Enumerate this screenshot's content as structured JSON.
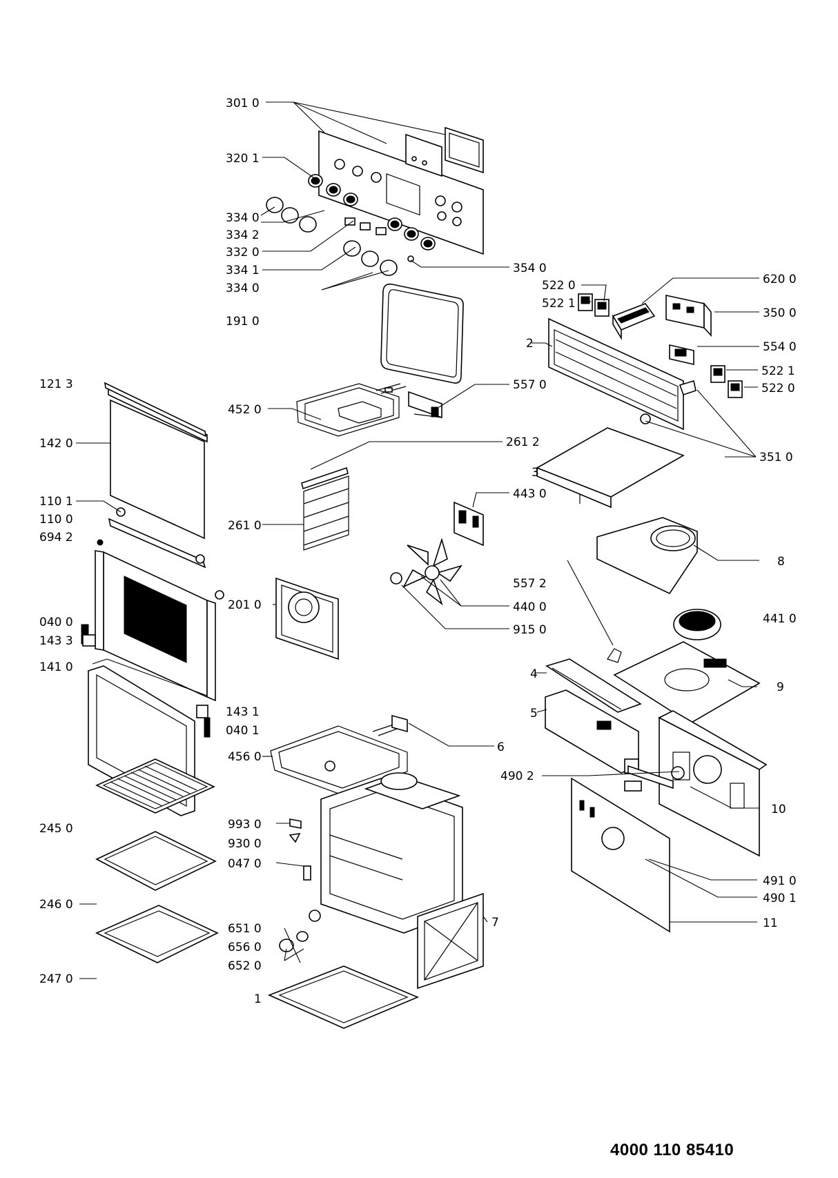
{
  "document": {
    "number": "4000 110 85410"
  },
  "labels": [
    {
      "id": "l3010",
      "text": "301 0"
    },
    {
      "id": "l3201",
      "text": "320 1"
    },
    {
      "id": "l3340a",
      "text": "334 0"
    },
    {
      "id": "l3342",
      "text": "334 2"
    },
    {
      "id": "l3320",
      "text": "332 0"
    },
    {
      "id": "l3341",
      "text": "334 1"
    },
    {
      "id": "l3340b",
      "text": "334 0"
    },
    {
      "id": "l1910",
      "text": "191 0"
    },
    {
      "id": "l3540",
      "text": "354 0"
    },
    {
      "id": "l6200",
      "text": "620 0"
    },
    {
      "id": "l5220a",
      "text": "522 0"
    },
    {
      "id": "l5221a",
      "text": "522 1"
    },
    {
      "id": "l3500",
      "text": "350 0"
    },
    {
      "id": "l2",
      "text": "2"
    },
    {
      "id": "l5540",
      "text": "554 0"
    },
    {
      "id": "l5221b",
      "text": "522 1"
    },
    {
      "id": "l5220b",
      "text": "522 0"
    },
    {
      "id": "l1213",
      "text": "121 3"
    },
    {
      "id": "l4520",
      "text": "452 0"
    },
    {
      "id": "l5570",
      "text": "557 0"
    },
    {
      "id": "l1420",
      "text": "142 0"
    },
    {
      "id": "l2612",
      "text": "261 2"
    },
    {
      "id": "l3510",
      "text": "351 0"
    },
    {
      "id": "l3",
      "text": "3"
    },
    {
      "id": "l1101",
      "text": "110 1"
    },
    {
      "id": "l4430",
      "text": "443 0"
    },
    {
      "id": "l1100",
      "text": "110 0"
    },
    {
      "id": "l2610",
      "text": "261 0"
    },
    {
      "id": "l6942",
      "text": "694 2"
    },
    {
      "id": "l8",
      "text": "8"
    },
    {
      "id": "l5572",
      "text": "557 2"
    },
    {
      "id": "l2010",
      "text": "201 0"
    },
    {
      "id": "l4400",
      "text": "440 0"
    },
    {
      "id": "l4410",
      "text": "441 0"
    },
    {
      "id": "l0400",
      "text": "040 0"
    },
    {
      "id": "l9150",
      "text": "915 0"
    },
    {
      "id": "l1433",
      "text": "143 3"
    },
    {
      "id": "l1410",
      "text": "141 0"
    },
    {
      "id": "l4",
      "text": "4"
    },
    {
      "id": "l9",
      "text": "9"
    },
    {
      "id": "l1431",
      "text": "143 1"
    },
    {
      "id": "l5",
      "text": "5"
    },
    {
      "id": "l0401",
      "text": "040 1"
    },
    {
      "id": "l6",
      "text": "6"
    },
    {
      "id": "l4560",
      "text": "456 0"
    },
    {
      "id": "l4902",
      "text": "490 2"
    },
    {
      "id": "l10",
      "text": "10"
    },
    {
      "id": "l2450",
      "text": "245 0"
    },
    {
      "id": "l9930",
      "text": "993 0"
    },
    {
      "id": "l9300",
      "text": "930 0"
    },
    {
      "id": "l0470",
      "text": "047 0"
    },
    {
      "id": "l4910",
      "text": "491 0"
    },
    {
      "id": "l4901",
      "text": "490 1"
    },
    {
      "id": "l2460",
      "text": "246 0"
    },
    {
      "id": "l7",
      "text": "7"
    },
    {
      "id": "l6510",
      "text": "651 0"
    },
    {
      "id": "l11",
      "text": "11"
    },
    {
      "id": "l6560",
      "text": "656 0"
    },
    {
      "id": "l6520",
      "text": "652 0"
    },
    {
      "id": "l2470",
      "text": "247 0"
    },
    {
      "id": "l1",
      "text": "1"
    }
  ]
}
